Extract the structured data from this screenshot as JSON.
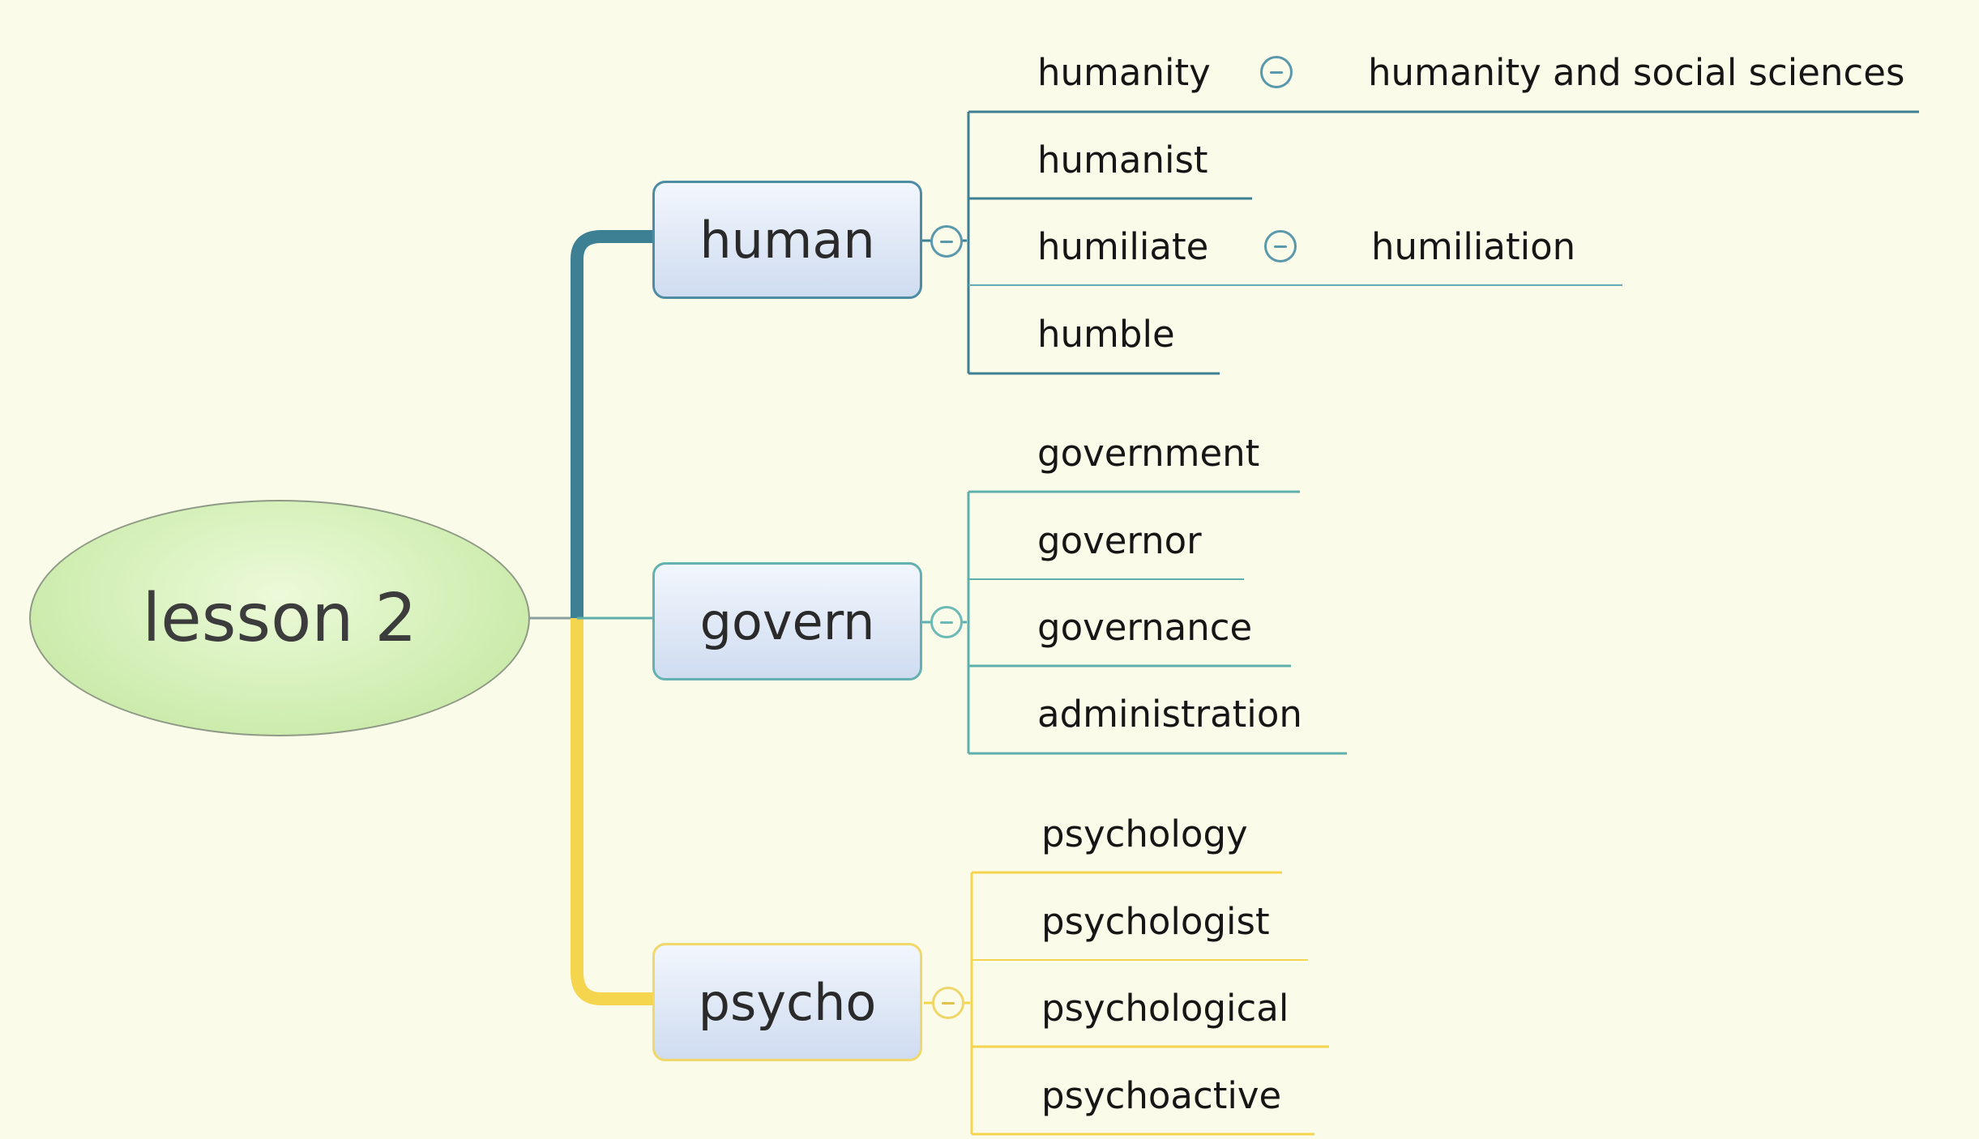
{
  "root": {
    "label": "lesson 2"
  },
  "colors": {
    "background": "#fbfbe9",
    "human_branch": "#3d7f93",
    "govern_branch": "#5fb0ad",
    "psycho_branch": "#f5d54e"
  },
  "branches": [
    {
      "label": "human",
      "items": [
        {
          "label": "humanity",
          "child": "humanity and social sciences"
        },
        {
          "label": "humanist"
        },
        {
          "label": "humiliate",
          "child": "humiliation"
        },
        {
          "label": "humble"
        }
      ]
    },
    {
      "label": "govern",
      "items": [
        {
          "label": "government"
        },
        {
          "label": "governor"
        },
        {
          "label": "governance"
        },
        {
          "label": "administration"
        }
      ]
    },
    {
      "label": "psycho",
      "items": [
        {
          "label": "psychology"
        },
        {
          "label": "psychologist"
        },
        {
          "label": "psychological"
        },
        {
          "label": "psychoactive"
        }
      ]
    }
  ],
  "collapse_icon": "minus-circle-icon"
}
